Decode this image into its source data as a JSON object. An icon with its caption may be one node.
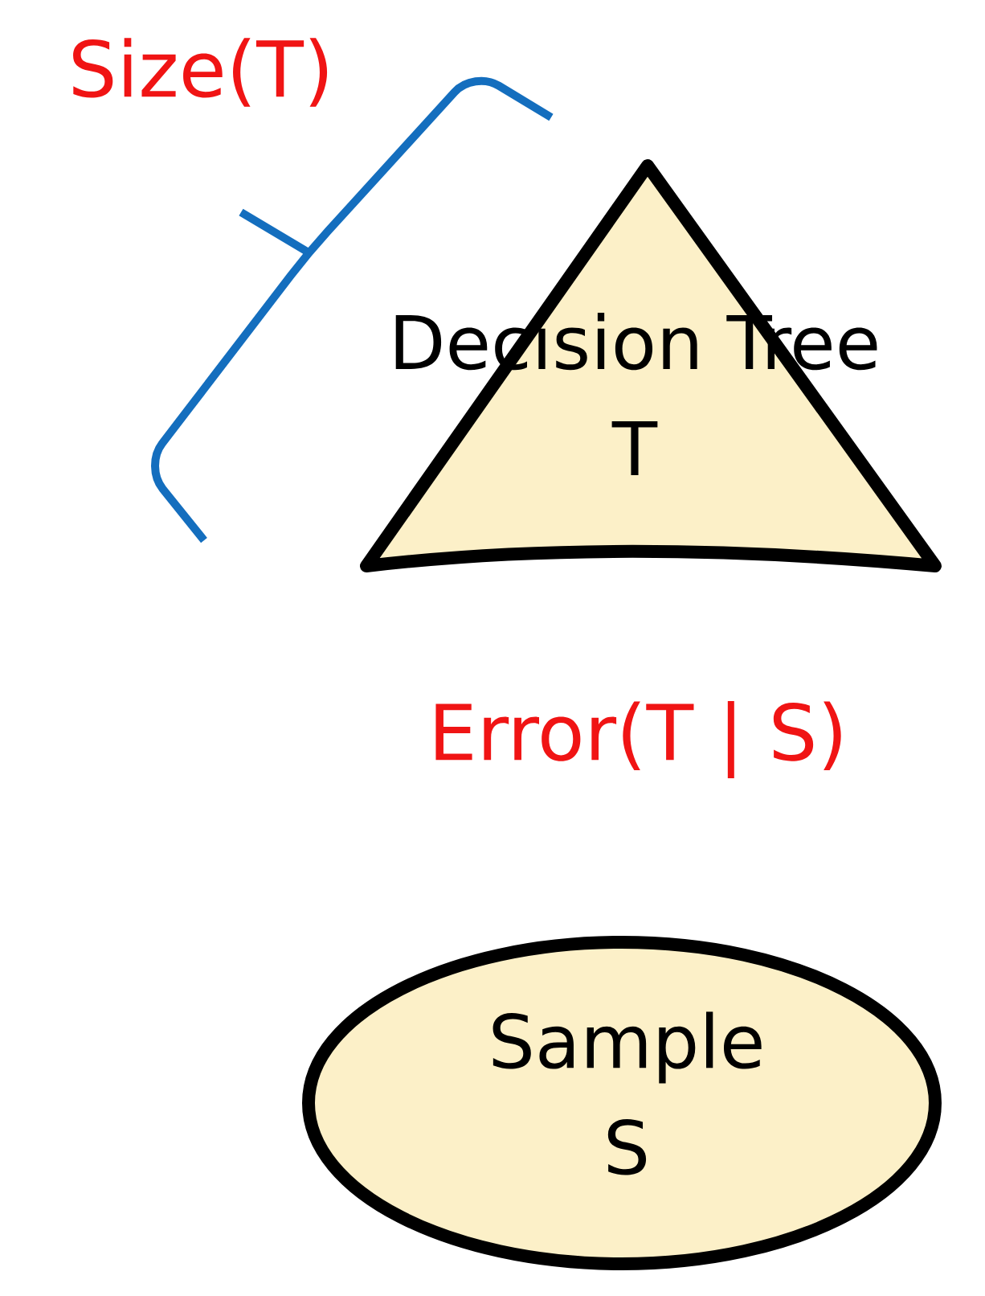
{
  "diagram": {
    "nodes": [
      {
        "text": [
          "Decision Tree",
          "T"
        ]
      },
      {
        "text": [
          "Sample",
          "S"
        ]
      }
    ],
    "labels": [
      "Size(T)",
      "Error(T | S)"
    ]
  }
}
